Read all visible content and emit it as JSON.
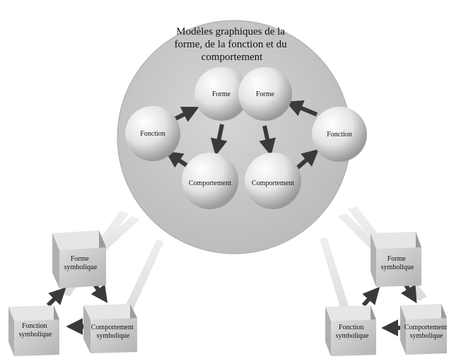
{
  "title": "Modèles graphiques de la forme, de la fonction et du comportement",
  "title_lines": [
    "Modèles graphiques de la",
    "forme, de la fonction et du",
    "comportement"
  ],
  "spheres": {
    "left_forme": "Forme",
    "left_fonction": "Fonction",
    "left_comportement": "Comportement",
    "right_forme": "Forme",
    "right_fonction": "Fonction",
    "right_comportement": "Comportement"
  },
  "cubes": {
    "left_forme": [
      "Forme",
      "symbolique"
    ],
    "left_fonction": [
      "Fonction",
      "symbolique"
    ],
    "left_comportement": [
      "Comportement",
      "symbolique"
    ],
    "right_forme": [
      "Forme",
      "symbolique"
    ],
    "right_fonction": [
      "Fonction",
      "symbolique"
    ],
    "right_comportement": [
      "Comportement",
      "symbolique"
    ]
  },
  "colors": {
    "big_circle": "#c8c8c8",
    "arrow": "#3a3a3a",
    "beam": "#e4e4e4"
  }
}
